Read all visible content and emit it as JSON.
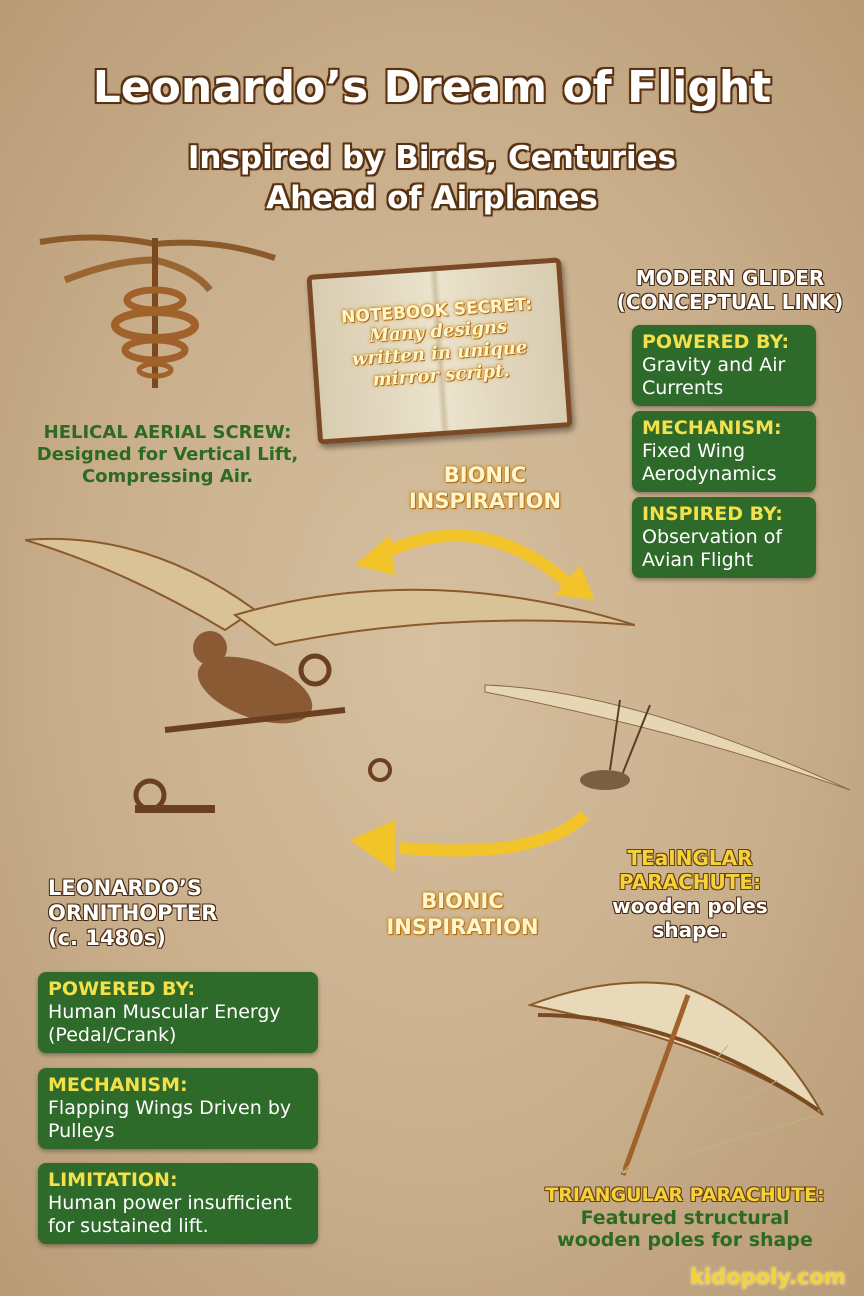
{
  "title": "Leonardo’s Dream of Flight",
  "subtitle_line1": "Inspired by Birds, Centuries",
  "subtitle_line2": "Ahead of Airplanes",
  "notebook": {
    "heading": "NOTEBOOK SECRET:",
    "line1": "Many designs",
    "line2": "written in unique",
    "line3": "mirror script."
  },
  "screw": {
    "heading": "HELICAL AERIAL SCREW:",
    "line1": "Designed for Vertical Lift,",
    "line2": "Compressing Air."
  },
  "glider": {
    "title_line1": "MODERN GLIDER",
    "title_line2": "(CONCEPTUAL LINK)",
    "cards": [
      {
        "heading": "POWERED BY:",
        "text": "Gravity and Air Currents"
      },
      {
        "heading": "MECHANISM:",
        "text": "Fixed Wing Aerodynamics"
      },
      {
        "heading": "INSPIRED BY:",
        "text": "Observation of Avian Flight"
      }
    ]
  },
  "bionic_top": {
    "line1": "BIONIC",
    "line2": "INSPIRATION"
  },
  "bionic_bottom": {
    "line1": "BIONIC",
    "line2": "INSPIRATION"
  },
  "ornithopter": {
    "title_line1": "LEONARDO’S",
    "title_line2": "ORNITHOPTER",
    "title_line3": "(c. 1480s)",
    "cards": [
      {
        "heading": "POWERED BY:",
        "text": "Human Muscular Energy (Pedal/Crank)"
      },
      {
        "heading": "MECHANISM:",
        "text": "Flapping Wings Driven by Pulleys"
      },
      {
        "heading": "LIMITATION:",
        "text": "Human power insufficient for sustained lift."
      }
    ]
  },
  "parachute_top": {
    "line1": "TEaINGLAR",
    "line2": "PARACHUTE:",
    "line3": "wooden poles",
    "line4": "shape."
  },
  "parachute_bottom": {
    "heading": "TRIANGULAR PARACHUTE:",
    "line1": "Featured structural",
    "line2": "wooden poles for shape"
  },
  "watermark": "kidopoly.com",
  "colors": {
    "card_bg": "#2e6a2a",
    "card_heading": "#f4e04a",
    "arrow": "#f2c42a",
    "background": "#c8ad8a"
  }
}
